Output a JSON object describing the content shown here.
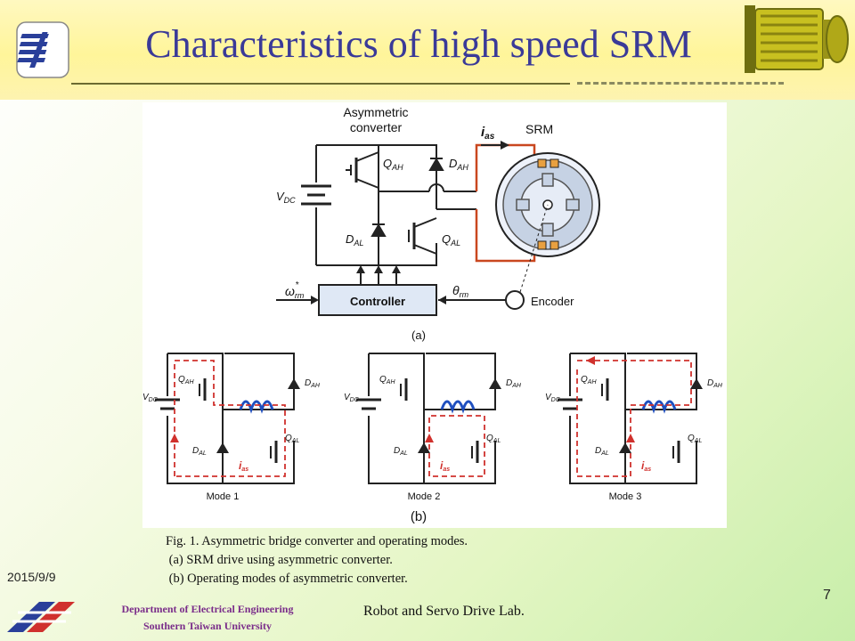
{
  "slide": {
    "title": "Characteristics of high speed SRM",
    "date": "2015/9/9",
    "page_number": "7",
    "department": "Department of Electrical Engineering",
    "university": "Southern Taiwan University",
    "lab": "Robot and Servo Drive Lab."
  },
  "figure": {
    "top": {
      "converter_label_1": "Asymmetric",
      "converter_label_2": "converter",
      "srm_label": "SRM",
      "current_label": "i",
      "current_sub": "as",
      "vdc": "V",
      "vdc_sub": "DC",
      "qah": "Q",
      "qah_sub": "AH",
      "dah": "D",
      "dah_sub": "AH",
      "dal": "D",
      "dal_sub": "AL",
      "qal": "Q",
      "qal_sub": "AL",
      "omega": "ω",
      "omega_sub": "rm",
      "omega_sup": "*",
      "controller": "Controller",
      "theta": "θ",
      "theta_sub": "rm",
      "encoder": "Encoder",
      "panel_label": "(a)"
    },
    "modes": [
      {
        "label": "Mode 1"
      },
      {
        "label": "Mode 2"
      },
      {
        "label": "Mode 3"
      }
    ],
    "panel_b_label": "(b)"
  },
  "caption": {
    "line1": "Fig. 1. Asymmetric bridge converter and operating modes.",
    "line2": " (a) SRM drive using asymmetric converter.",
    "line3": " (b) Operating modes of asymmetric converter."
  },
  "colors": {
    "title": "#3a3a98",
    "current_path": "#d0312d",
    "coil": "#1f4fbf",
    "controller_fill": "#dfe8f5",
    "department": "#7a2d8a"
  }
}
